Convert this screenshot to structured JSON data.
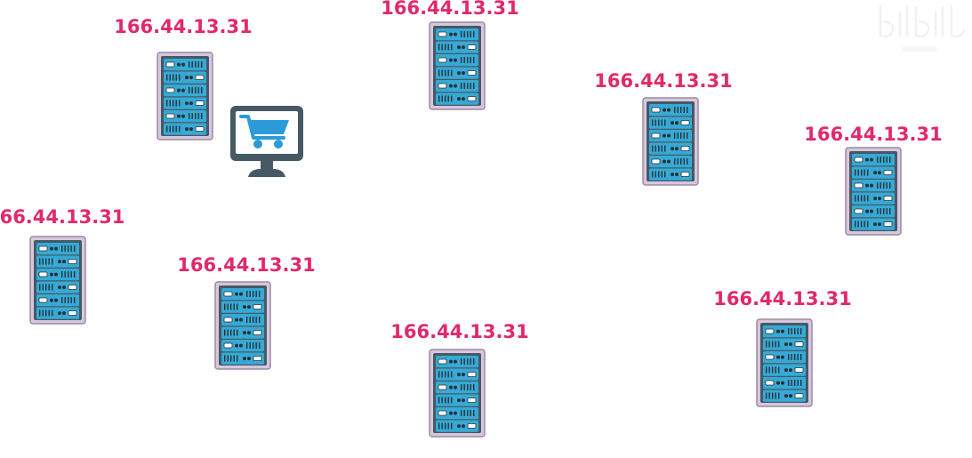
{
  "diagram": {
    "nodes": [
      {
        "id": "server-1",
        "ip": "166.44.13.31"
      },
      {
        "id": "server-2",
        "ip": "166.44.13.31"
      },
      {
        "id": "server-3",
        "ip": "166.44.13.31"
      },
      {
        "id": "server-4",
        "ip": "166.44.13.31"
      },
      {
        "id": "server-5",
        "ip": "66.44.13.31"
      },
      {
        "id": "server-6",
        "ip": "166.44.13.31"
      },
      {
        "id": "server-7",
        "ip": "166.44.13.31"
      },
      {
        "id": "server-8",
        "ip": "166.44.13.31"
      }
    ],
    "client": {
      "icon": "shopping-cart-monitor-icon"
    }
  },
  "colors": {
    "label": "#e0296b",
    "server_frame": "#d8c6dd",
    "server_body": "#455a64",
    "server_slot": "#36a9d6",
    "cart": "#2b9bd8",
    "monitor": "#455a64"
  },
  "watermark": {
    "icon": "bilibili-watermark-icon"
  }
}
